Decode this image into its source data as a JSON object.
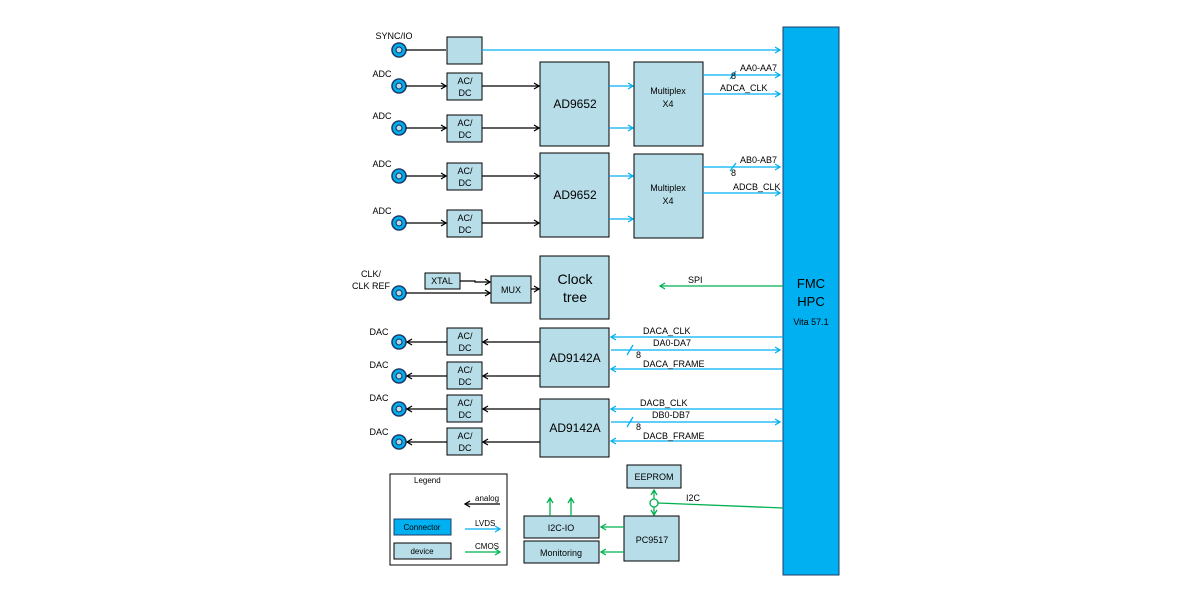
{
  "fmc": {
    "line1": "FMC",
    "line2": "HPC",
    "sub": "Vita 57.1"
  },
  "inputs": {
    "sync": "SYNC/IO",
    "adc1": "ADC",
    "adc2": "ADC",
    "adc3": "ADC",
    "adc4": "ADC",
    "clk_line1": "CLK/",
    "clk_line2": "CLK REF",
    "dac1": "DAC",
    "dac2": "DAC",
    "dac3": "DAC",
    "dac4": "DAC"
  },
  "acdc": {
    "line1": "AC/",
    "line2": "DC"
  },
  "adc_chip": "AD9652",
  "mux_block": {
    "line1": "Multiplex",
    "line2": "X4"
  },
  "xtal": "XTAL",
  "mux": "MUX",
  "clock_tree": {
    "line1": "Clock",
    "line2": "tree"
  },
  "dac_chip": "AD9142A",
  "signals": {
    "aa_bus": "AA0-AA7",
    "aa_width": "8",
    "adca_clk": "ADCA_CLK",
    "ab_bus": "AB0-AB7",
    "ab_width": "8",
    "adcb_clk": "ADCB_CLK",
    "spi": "SPI",
    "daca_clk": "DACA_CLK",
    "da_bus": "DA0-DA7",
    "da_width": "8",
    "daca_frame": "DACA_FRAME",
    "dacb_clk": "DACB_CLK",
    "db_bus": "DB0-DB7",
    "db_width": "8",
    "dacb_frame": "DACB_FRAME",
    "i2c": "I2C"
  },
  "eeprom": "EEPROM",
  "pc9517": "PC9517",
  "i2c_io": "I2C-IO",
  "monitoring": "Monitoring",
  "legend": {
    "title": "Legend",
    "analog": "analog",
    "lvds": "LVDS",
    "cmos": "CMOS",
    "connector": "Connector",
    "device": "device"
  },
  "colors": {
    "analog": "#000000",
    "lvds": "#00b0f0",
    "cmos": "#00b050",
    "connector": "#00b0f0",
    "device": "#b7dde8"
  }
}
